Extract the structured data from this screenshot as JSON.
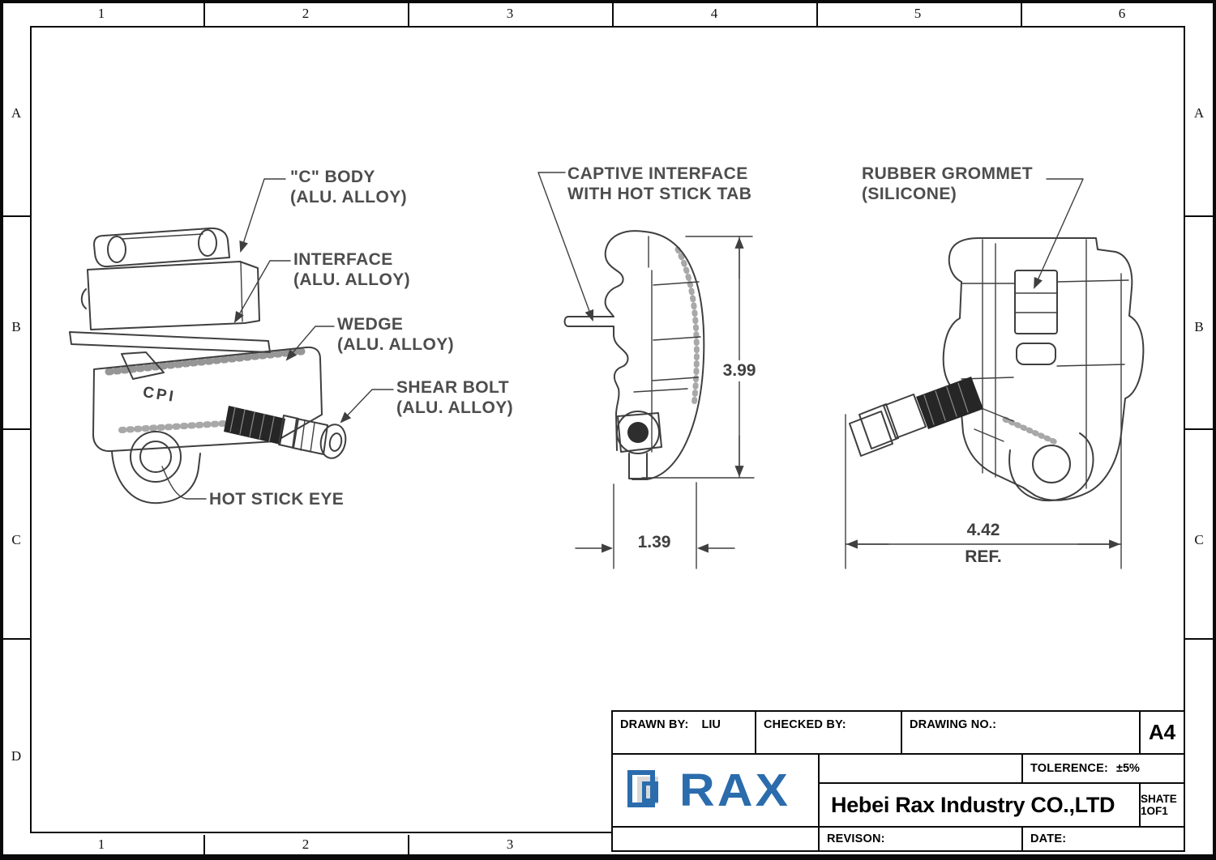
{
  "page": {
    "background": "#ffffff",
    "line_color": "#3f3f3f",
    "accent_blue": "#2b6cad"
  },
  "border": {
    "top_numbers": [
      "1",
      "2",
      "3",
      "4",
      "5",
      "6"
    ],
    "bottom_numbers": [
      "1",
      "2",
      "3"
    ],
    "left_letters": [
      "A",
      "B",
      "C",
      "D"
    ],
    "right_letters": [
      "A",
      "B",
      "C"
    ]
  },
  "drawing": {
    "marking": "CPI",
    "labels": {
      "c_body": {
        "l1": "\"C\" BODY",
        "l2": "(ALU. ALLOY)"
      },
      "interface": {
        "l1": "INTERFACE",
        "l2": "(ALU. ALLOY)"
      },
      "wedge": {
        "l1": "WEDGE",
        "l2": "(ALU. ALLOY)"
      },
      "shear_bolt": {
        "l1": "SHEAR BOLT",
        "l2": "(ALU. ALLOY)"
      },
      "hot_stick_eye": {
        "l1": "HOT STICK EYE"
      },
      "captive_interface": {
        "l1": "CAPTIVE INTERFACE",
        "l2": "WITH HOT STICK TAB"
      },
      "rubber_grommet": {
        "l1": "RUBBER GROMMET",
        "l2": "(SILICONE)"
      }
    },
    "dimensions": {
      "height": "3.99",
      "bolt_offset": "1.39",
      "overall_width": "4.42",
      "ref": "REF."
    }
  },
  "title_block": {
    "drawn_by_label": "DRAWN BY:",
    "drawn_by_value": "LIU",
    "checked_by_label": "CHECKED BY:",
    "drawing_no_label": "DRAWING NO.:",
    "paper_size": "A4",
    "tolerance_label": "TOLERENCE:",
    "tolerance_value": "±5%",
    "logo_text": "RAX",
    "company": "Hebei Rax Industry CO.,LTD",
    "sheet": "SHATE 1OF1",
    "revision_label": "REVISON:",
    "date_label": "DATE:"
  }
}
